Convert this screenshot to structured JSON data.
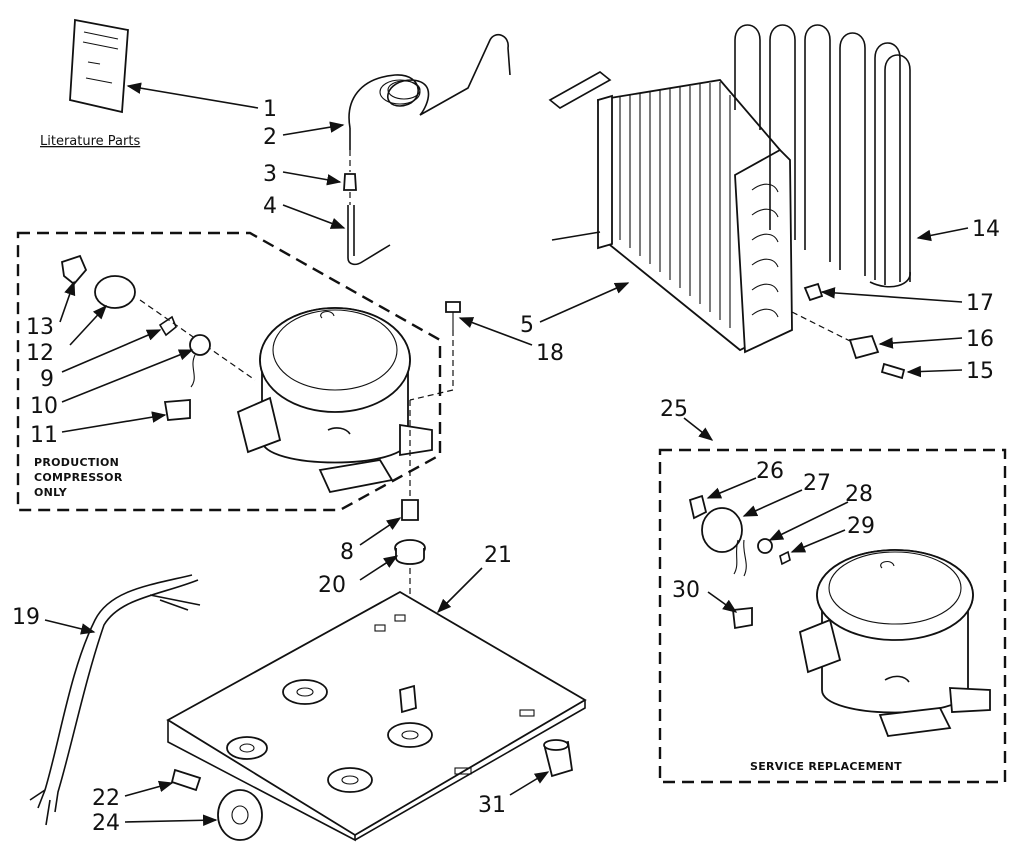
{
  "diagram": {
    "literature_caption": "Literature Parts",
    "production_caption": [
      "PRODUCTION",
      "COMPRESSOR",
      "ONLY"
    ],
    "service_caption": "SERVICE REPLACEMENT",
    "callouts": {
      "c1": "1",
      "c2": "2",
      "c3": "3",
      "c4": "4",
      "c5": "5",
      "c8": "8",
      "c9": "9",
      "c10": "10",
      "c11": "11",
      "c12": "12",
      "c13": "13",
      "c14": "14",
      "c15": "15",
      "c16": "16",
      "c17": "17",
      "c18": "18",
      "c19": "19",
      "c20": "20",
      "c21": "21",
      "c22": "22",
      "c24": "24",
      "c25": "25",
      "c26": "26",
      "c27": "27",
      "c28": "28",
      "c29": "29",
      "c30": "30",
      "c31": "31"
    }
  }
}
